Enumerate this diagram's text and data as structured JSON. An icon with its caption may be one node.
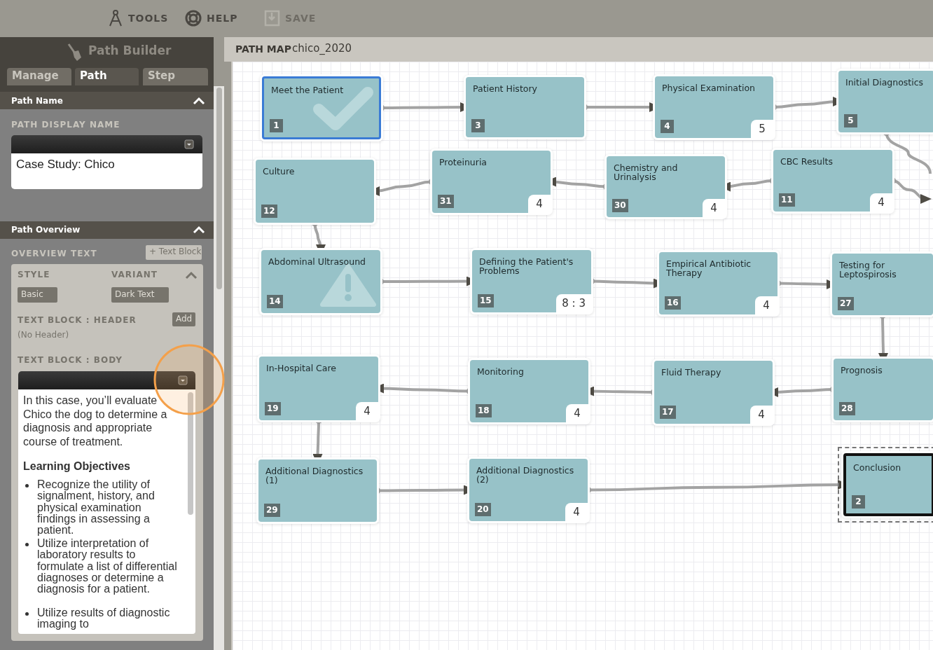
{
  "diagram": {
    "nodes": [
      {
        "text": [
          "Meet the Patient",
          "1"
        ]
      },
      {
        "text": [
          "Patient History",
          "3"
        ]
      },
      {
        "text": [
          "Physical Examination",
          "4",
          "5"
        ]
      },
      {
        "text": [
          "Initial Diagnostics",
          "5"
        ]
      },
      {
        "text": [
          "Culture",
          "12"
        ]
      },
      {
        "text": [
          "Proteinuria",
          "31",
          "4"
        ]
      },
      {
        "text": [
          "Chemistry and Urinalysis",
          "30",
          "4"
        ]
      },
      {
        "text": [
          "CBC Results",
          "11",
          "4"
        ]
      },
      {
        "text": [
          "Abdominal Ultrasound",
          "14"
        ]
      },
      {
        "text": [
          "Defining the Patient's Problems",
          "15",
          "8 : 3"
        ]
      },
      {
        "text": [
          "Empirical Antibiotic Therapy",
          "16",
          "4"
        ]
      },
      {
        "text": [
          "Testing for Leptospirosis",
          "27"
        ]
      },
      {
        "text": [
          "In-Hospital Care",
          "19",
          "4"
        ]
      },
      {
        "text": [
          "Monitoring",
          "18",
          "4"
        ]
      },
      {
        "text": [
          "Fluid Therapy",
          "17",
          "4"
        ]
      },
      {
        "text": [
          "Prognosis",
          "28"
        ]
      },
      {
        "text": [
          "Additional Diagnostics (1)",
          "29"
        ]
      },
      {
        "text": [
          "Additional Diagnostics (2)",
          "20",
          "4"
        ]
      },
      {
        "text": [
          "Conclusion",
          "2"
        ]
      }
    ],
    "edges": [
      {
        "from": 0,
        "to": 1,
        "arrow": "to"
      },
      {
        "from": 1,
        "to": 2,
        "arrow": "to"
      },
      {
        "from": 2,
        "to": 3,
        "arrow": "to"
      },
      {
        "from": 3,
        "to": null,
        "arrow": "other"
      },
      {
        "from": 7,
        "to": null,
        "arrow": "to"
      },
      {
        "from": 7,
        "to": 6,
        "arrow": "to"
      },
      {
        "from": 6,
        "to": 5,
        "arrow": "to"
      },
      {
        "from": 5,
        "to": 4,
        "arrow": "to"
      },
      {
        "from": 4,
        "to": 8,
        "arrow": "to"
      },
      {
        "from": 8,
        "to": 9,
        "arrow": "to"
      },
      {
        "from": 9,
        "to": 10,
        "arrow": "to"
      },
      {
        "from": 10,
        "to": 11,
        "arrow": "to"
      },
      {
        "from": 11,
        "to": 15,
        "arrow": "to"
      },
      {
        "from": 15,
        "to": 14,
        "arrow": "to"
      },
      {
        "from": 14,
        "to": 13,
        "arrow": "to"
      },
      {
        "from": 13,
        "to": 12,
        "arrow": "to"
      },
      {
        "from": 12,
        "to": 16,
        "arrow": "to"
      },
      {
        "from": 16,
        "to": 17,
        "arrow": "to"
      },
      {
        "from": 17,
        "to": 18,
        "arrow": "to"
      }
    ],
    "labels": [
      "TOOLS",
      "HELP",
      "SAVE",
      "Path Builder",
      "Manage",
      "Path",
      "Step",
      "Path Name",
      "PATH DISPLAY NAME",
      "Case Study: Chico",
      "Path Overview",
      "OVERVIEW TEXT",
      "+ Text Block",
      "STYLE",
      "VARIANT",
      "Basic",
      "Dark Text",
      "TEXT BLOCK : HEADER",
      "Add",
      "(No Header)",
      "TEXT BLOCK : BODY",
      "In this case, you’ll evaluate Chico the dog to determine a diagnosis and appropriate course of treatment.",
      "Learning Objectives",
      "Recognize the utility of signalment, history, and physical examination findings in assessing a patient.",
      "Utilize interpretation of laboratory results to formulate a list of differential diagnoses or determine a diagnosis for a patient.",
      "Utilize results of diagnostic imaging to",
      "PATH MAP",
      "chico_2020"
    ]
  }
}
